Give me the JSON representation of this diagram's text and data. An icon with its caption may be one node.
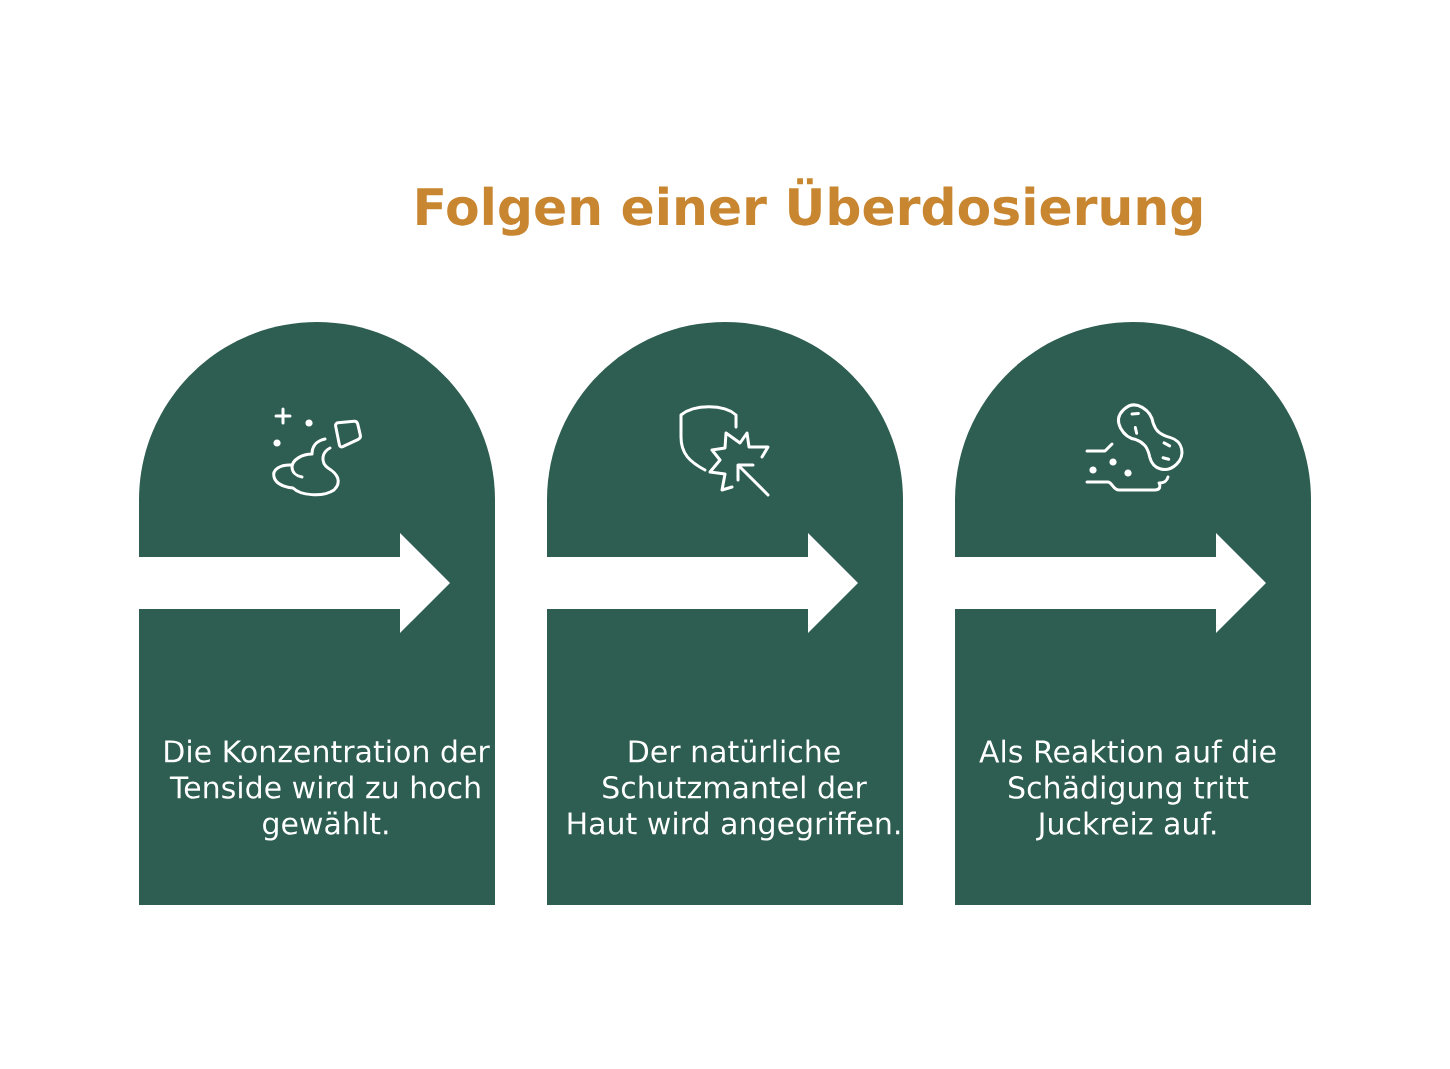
{
  "diagram": {
    "title": "Folgen einer Überdosierung",
    "nodes": [
      {
        "text": [
          "Die Konzentration der Tenside wird zu hoch gewählt."
        ]
      },
      {
        "text": [
          "Der natürliche Schutzmantel der Haut wird angegriffen."
        ]
      },
      {
        "text": [
          "Als Reaktion auf die Schädigung tritt Juckreiz auf."
        ]
      }
    ]
  }
}
